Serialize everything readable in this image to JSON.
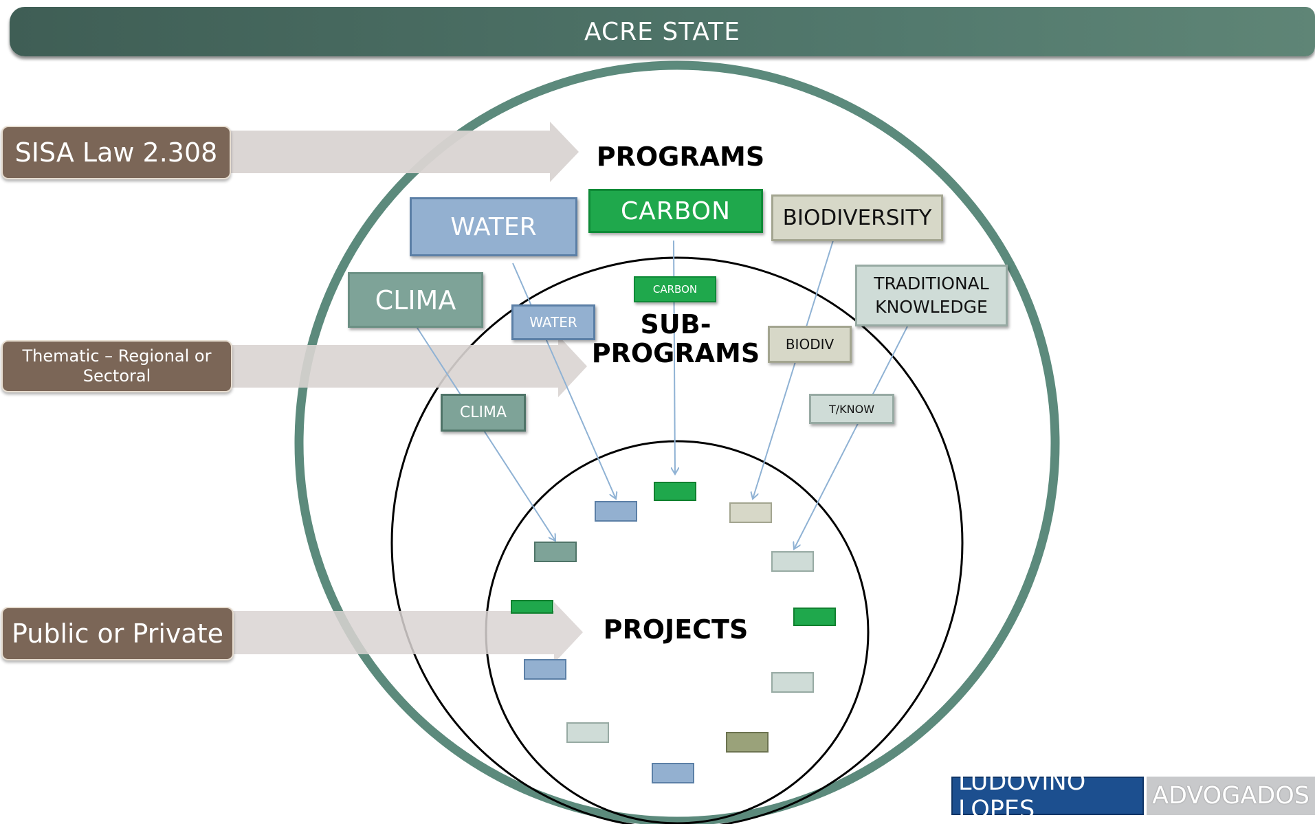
{
  "banner": {
    "title": "ACRE STATE"
  },
  "left_labels": {
    "law": "SISA Law 2.308",
    "thematic": "Thematic – Regional or Sectoral",
    "public": "Public or Private"
  },
  "levels": {
    "programs": "PROGRAMS",
    "subprograms_line1": "SUB-",
    "subprograms_line2": "PROGRAMS",
    "projects": "PROJECTS"
  },
  "programs": {
    "water": "WATER",
    "carbon": "CARBON",
    "biodiversity": "BIODIVERSITY",
    "clima": "CLIMA",
    "traditional_line1": "TRADITIONAL",
    "traditional_line2": "KNOWLEDGE"
  },
  "subprograms": {
    "carbon": "CARBON",
    "water": "WATER",
    "biodiv": "BIODIV",
    "clima": "CLIMA",
    "tknow": "T/KNOW"
  },
  "logo": {
    "part1": "LUDOVINO LOPES",
    "part2": "ADVOGADOS"
  },
  "colors": {
    "banner": "#4a6e63",
    "outer_circle": "#5c8a7c",
    "water": "#93b0d0",
    "carbon": "#1fa84c",
    "biodiversity": "#d7d8c8",
    "clima": "#7ea398",
    "traditional": "#cfdcd7",
    "olive": "#9aa27a",
    "label_brown": "#7b6657",
    "arrow_gray": "#d9d4d2",
    "connector": "#8fb2d4"
  }
}
